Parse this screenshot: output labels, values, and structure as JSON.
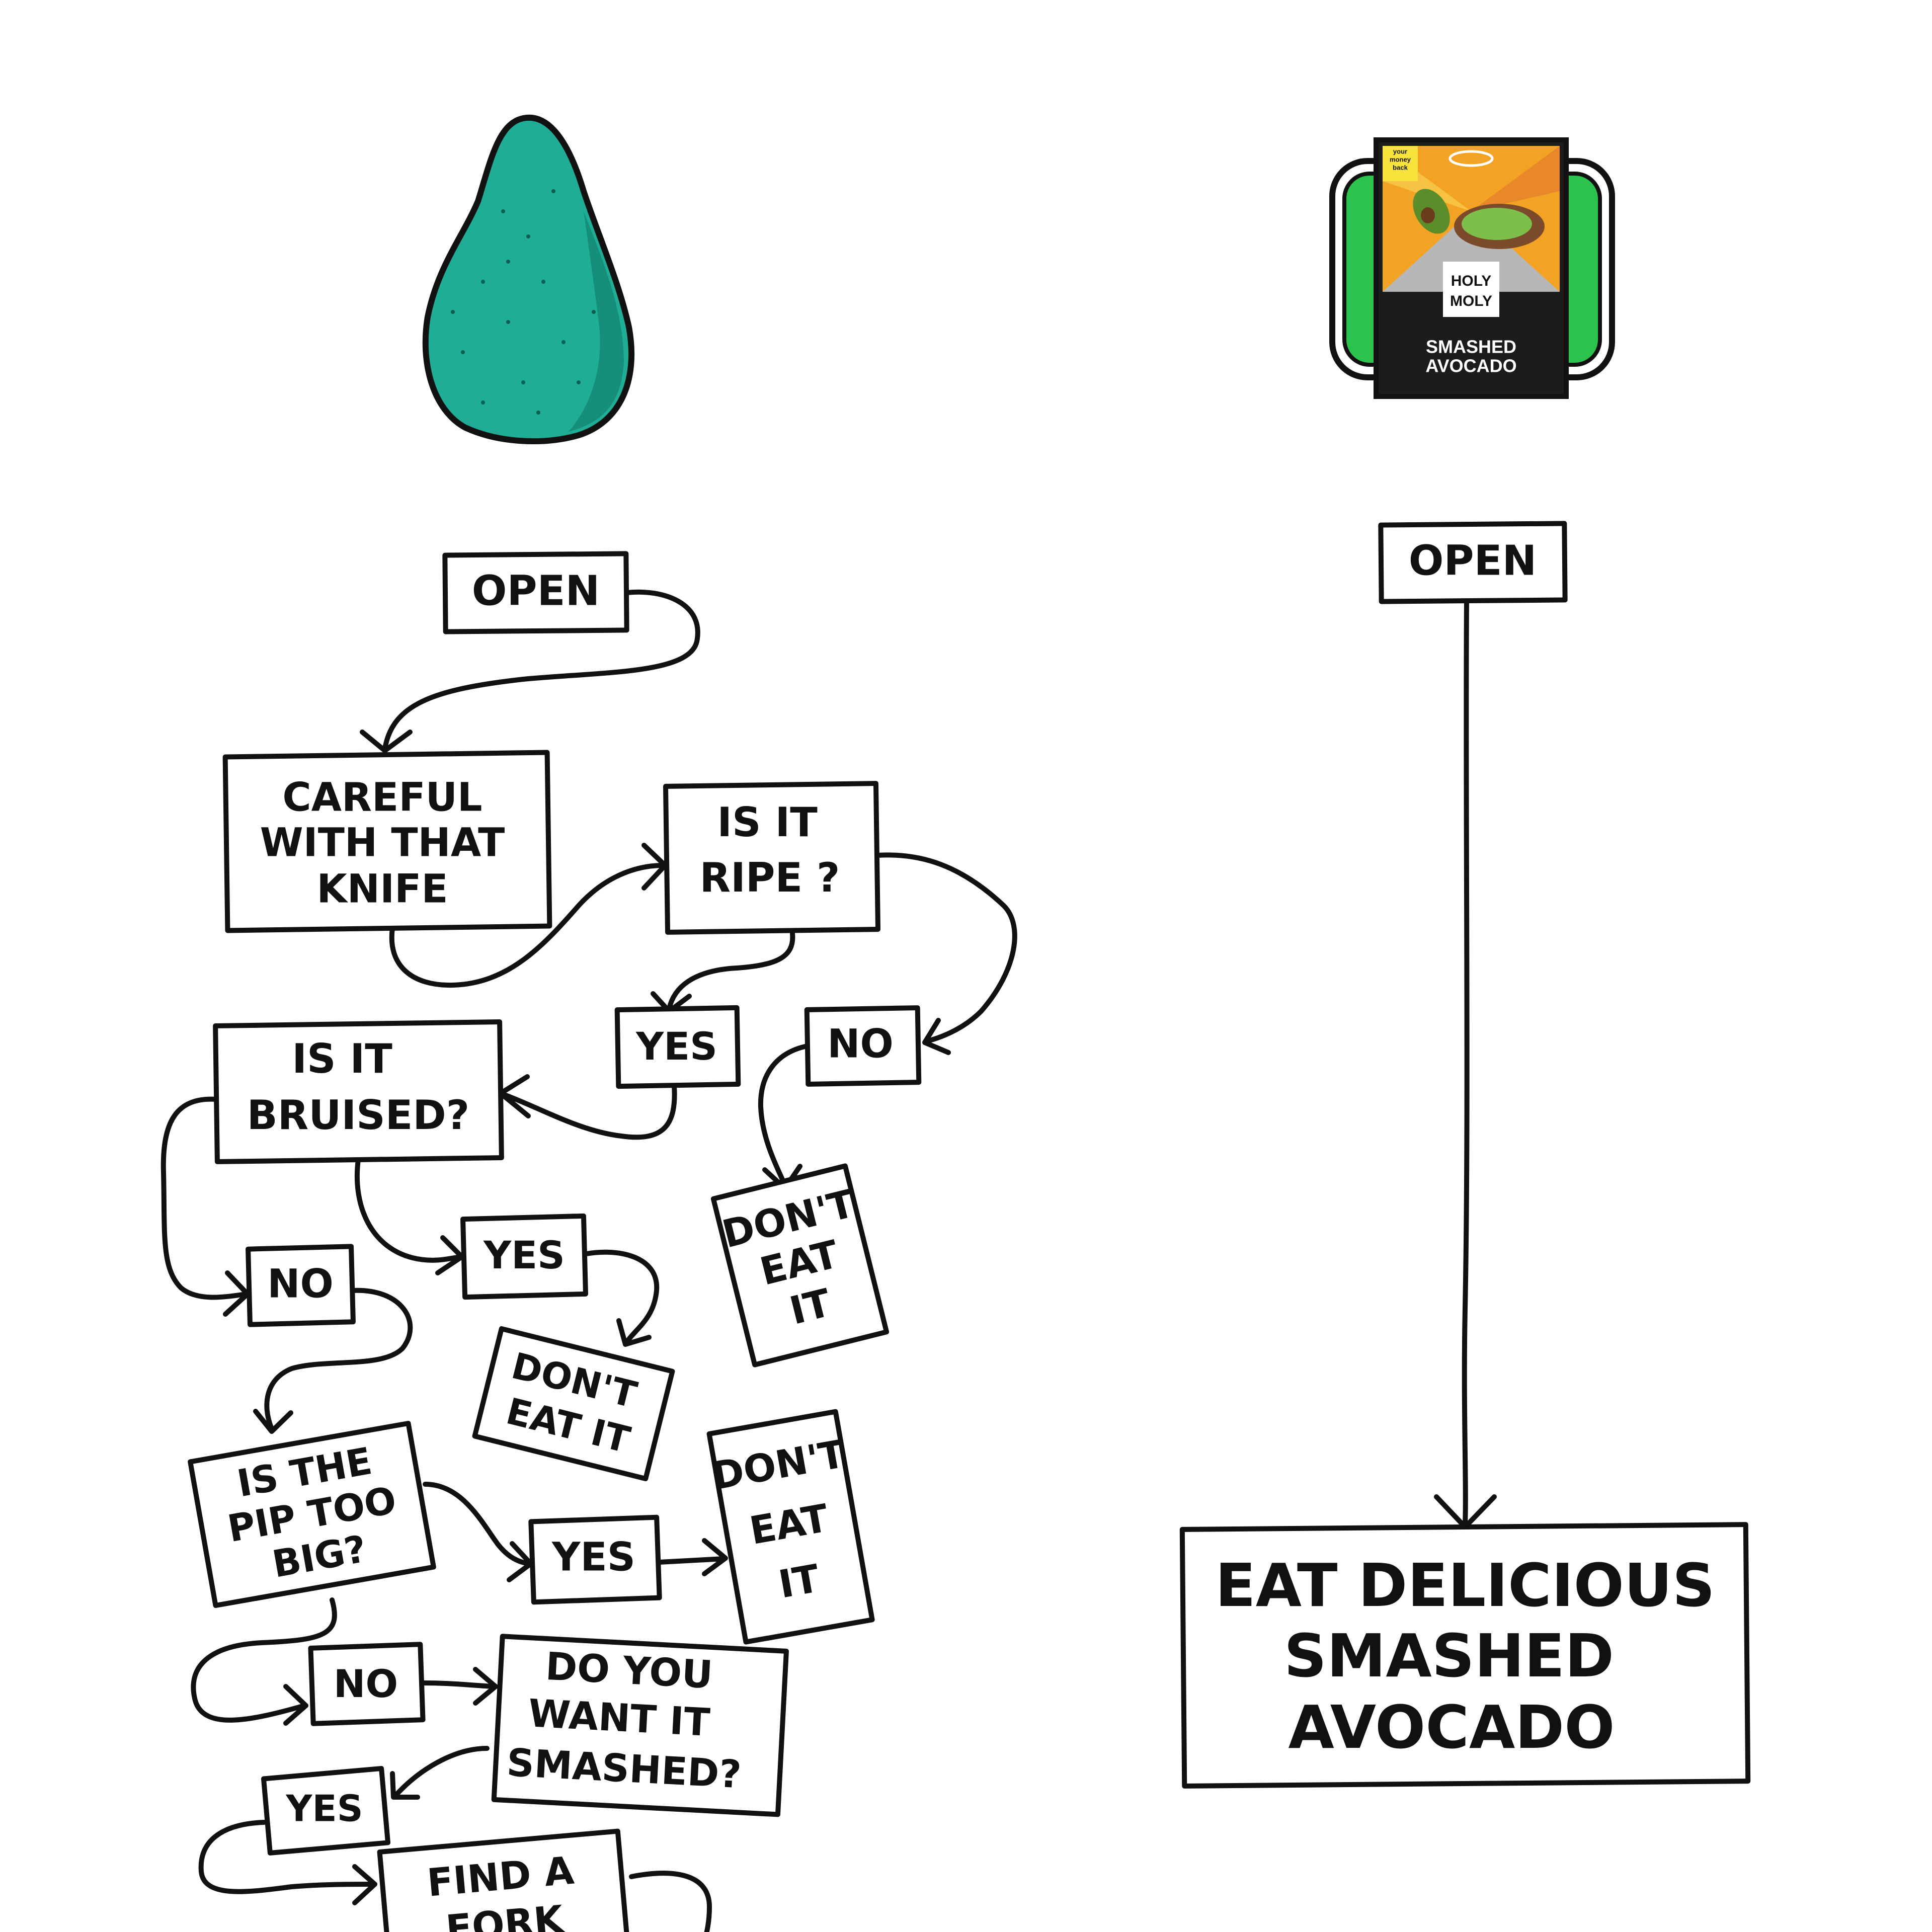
{
  "colors": {
    "ink": "#111111",
    "avocado": "#1fae95",
    "avocado_shadow": "#148a76",
    "tub_green": "#2cc24e",
    "package_dark": "#1c1c1c"
  },
  "left_flow": {
    "open": "OPEN",
    "careful": [
      "CAREFUL",
      "WITH THAT",
      "KNIFE"
    ],
    "ripe_q": [
      "IS IT",
      "RIPE ?"
    ],
    "ripe_yes": "YES",
    "ripe_no": "NO",
    "ripe_no_result": [
      "DON'T",
      "EAT",
      "IT"
    ],
    "bruised_q": [
      "IS IT",
      "BRUISED?"
    ],
    "bruised_yes": "YES",
    "bruised_yes_result": [
      "DON'T",
      "EAT IT"
    ],
    "bruised_no": "NO",
    "pip_q": [
      "IS THE",
      "PIP TOO",
      "BIG?"
    ],
    "pip_yes": "YES",
    "pip_yes_result": [
      "DON'T",
      "EAT",
      "IT"
    ],
    "pip_no": "NO",
    "smashed_q": [
      "DO YOU",
      "WANT IT",
      "SMASHED?"
    ],
    "smashed_yes": "YES",
    "fork": [
      "FIND A",
      "FORK"
    ]
  },
  "right_flow": {
    "open": "OPEN",
    "eat": [
      "EAT DELICIOUS",
      "SMASHED",
      "AVOCADO"
    ]
  },
  "package": {
    "brand_lines": [
      "HOLY",
      "MOLY"
    ],
    "product_lines": [
      "SMASHED",
      "AVOCADO"
    ],
    "promo_lines": [
      "your",
      "money",
      "back"
    ]
  }
}
